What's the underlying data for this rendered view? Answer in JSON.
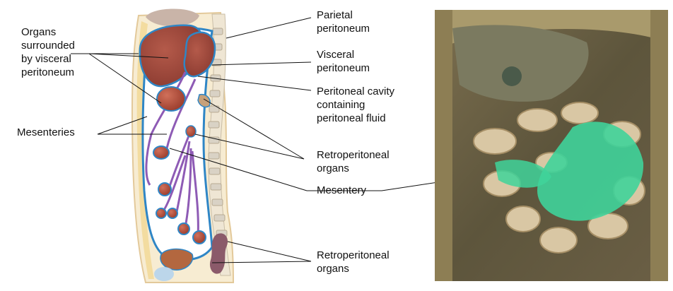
{
  "labels": {
    "organs_surrounded": [
      "Organs",
      "surrounded",
      "by visceral",
      "peritoneum"
    ],
    "mesenteries": "Mesenteries",
    "parietal": [
      "Parietal",
      "peritoneum"
    ],
    "visceral": [
      "Visceral",
      "peritoneum"
    ],
    "peritoneal_cavity": [
      "Peritoneal cavity",
      "containing",
      "peritoneal fluid"
    ],
    "retroperitoneal_1": [
      "Retroperitoneal",
      "organs"
    ],
    "mesentery": "Mesentery",
    "retroperitoneal_2": [
      "Retroperitoneal",
      "organs"
    ]
  },
  "colors": {
    "peritoneum_line": "#2f86c6",
    "mesentery_fill": "#8e5bb5",
    "organ_fill": "#a0473a",
    "fat": "#f4e3b0",
    "vertebra": "#d9d2c5",
    "dissection_bg": "#6d6249",
    "bowel": "#d9c7a4",
    "mesentery_highlight": "#3fd39a"
  }
}
